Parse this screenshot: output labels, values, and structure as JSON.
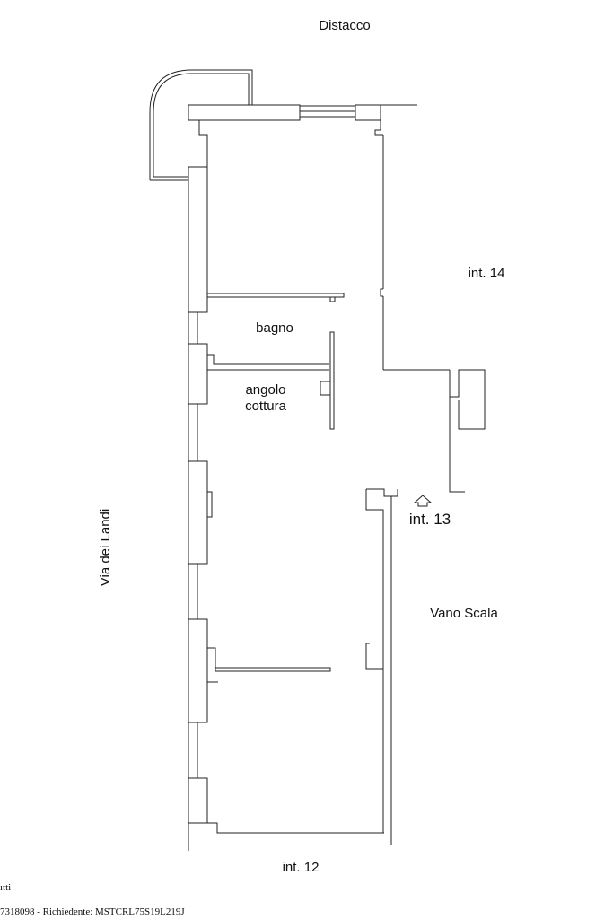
{
  "labels": {
    "top": "Distacco",
    "right_upper": "int. 14",
    "bathroom": "bagno",
    "kitchen_line1": "angolo",
    "kitchen_line2": "cottura",
    "entrance": "int. 13",
    "stair": "Vano Scala",
    "street": "Via dei Landi",
    "bottom": "int. 12"
  },
  "footer": {
    "line1": "ıtti",
    "line2": "7318098 - Richiedente: MSTCRL75S19L219J"
  },
  "colors": {
    "line": "#222222",
    "text": "#111111",
    "background": "#ffffff"
  }
}
